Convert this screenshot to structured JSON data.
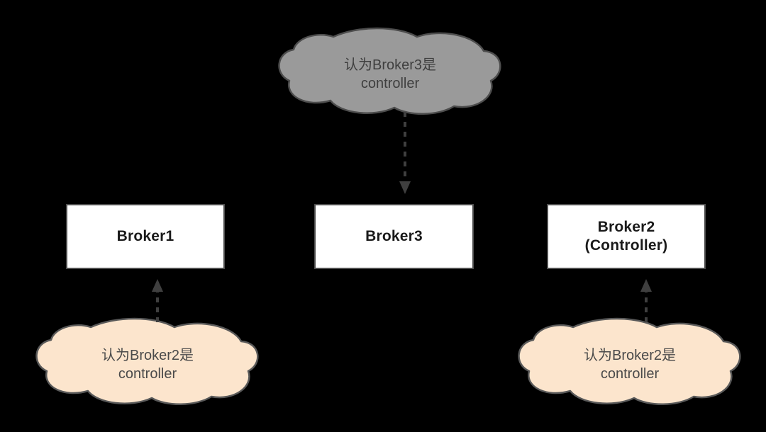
{
  "diagram": {
    "title": "Kafka controller split-brain diagram",
    "background_color": "#000000",
    "nodes": [
      {
        "id": "broker1",
        "name": "broker1-box",
        "lines": [
          "Broker1"
        ],
        "fill": "#ffffff",
        "stroke": "#4d4d4d",
        "text_color": "#1a1a1a"
      },
      {
        "id": "broker3",
        "name": "broker3-box",
        "lines": [
          "Broker3"
        ],
        "fill": "#ffffff",
        "stroke": "#4d4d4d",
        "text_color": "#1a1a1a"
      },
      {
        "id": "broker2",
        "name": "broker2-box",
        "lines": [
          "Broker2",
          "(Controller)"
        ],
        "fill": "#ffffff",
        "stroke": "#4d4d4d",
        "text_color": "#1a1a1a"
      }
    ],
    "clouds": [
      {
        "id": "cloud-top",
        "name": "cloud-believes-broker3",
        "lines": [
          "认为Broker3是",
          "controller"
        ],
        "fill": "#9a9a9a",
        "stroke": "#4d4d4d",
        "text_color": "#3f3f3f"
      },
      {
        "id": "cloud-bottom-left",
        "name": "cloud-believes-broker2-left",
        "lines": [
          "认为Broker2是",
          "controller"
        ],
        "fill": "#fce5cd",
        "stroke": "#595959",
        "text_color": "#4a4a4a"
      },
      {
        "id": "cloud-bottom-right",
        "name": "cloud-believes-broker2-right",
        "lines": [
          "认为Broker2是",
          "controller"
        ],
        "fill": "#fce5cd",
        "stroke": "#595959",
        "text_color": "#4a4a4a"
      }
    ],
    "connectors": [
      {
        "id": "arrow-top",
        "name": "dashed-arrow-down-to-broker3",
        "from": "cloud-top",
        "to": "broker3",
        "style": "dashed",
        "direction": "down",
        "color": "#3f3f3f"
      },
      {
        "id": "arrow-left",
        "name": "dashed-arrow-up-to-broker1",
        "from": "cloud-bottom-left",
        "to": "broker1",
        "style": "dashed",
        "direction": "up",
        "color": "#3f3f3f"
      },
      {
        "id": "arrow-right",
        "name": "dashed-arrow-up-to-broker2",
        "from": "cloud-bottom-right",
        "to": "broker2",
        "style": "dashed",
        "direction": "up",
        "color": "#3f3f3f"
      }
    ]
  }
}
